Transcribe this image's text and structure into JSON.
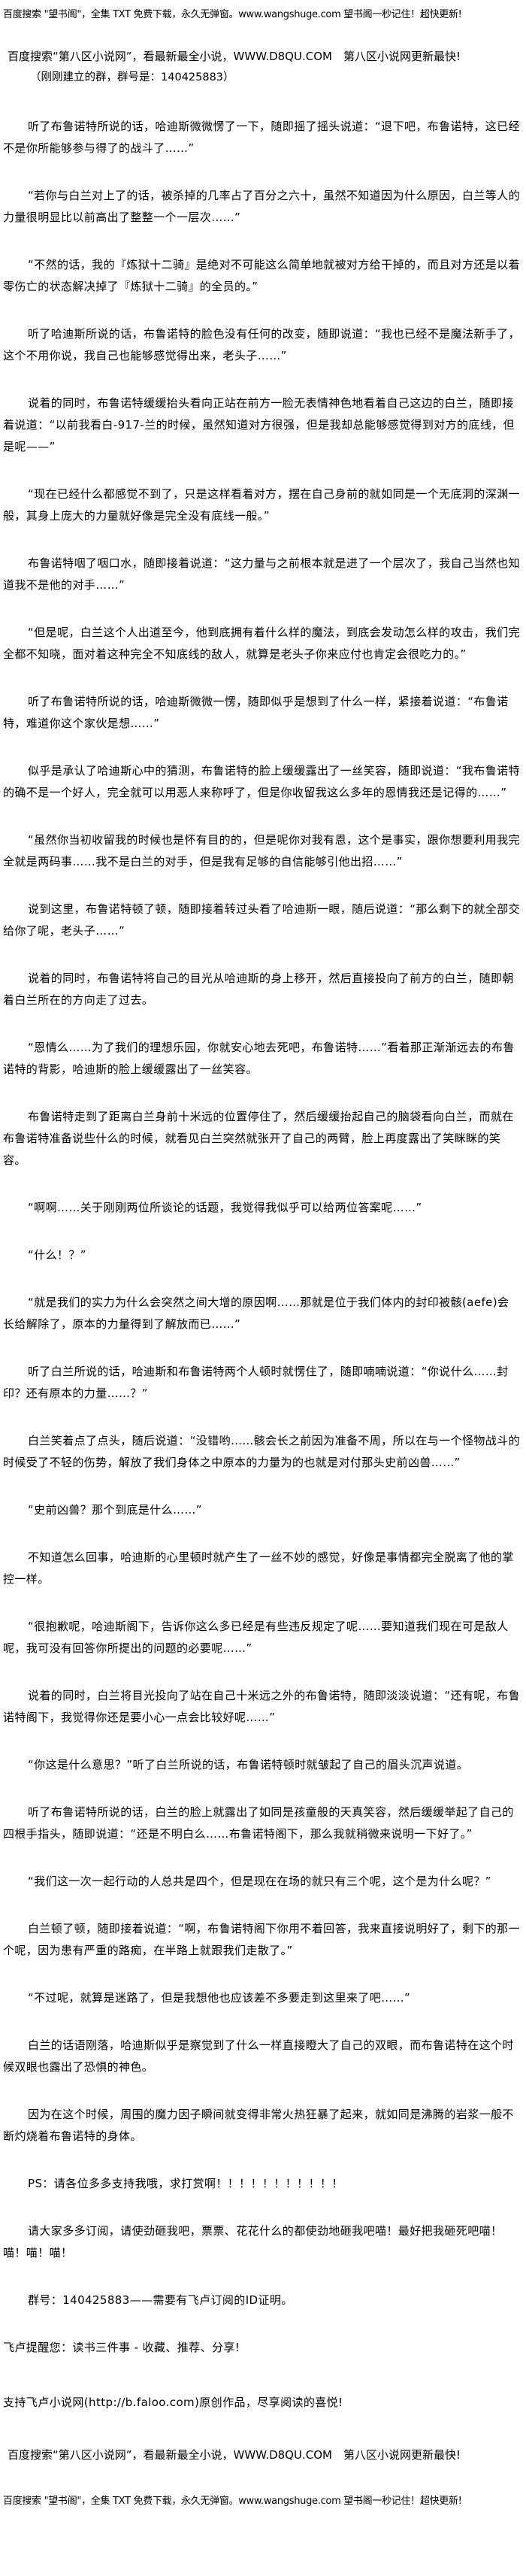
{
  "header": {
    "wangshuge_ad": "百度搜索 \"望书阁\"，全集 TXT 免费下载，永久无弹窗。www.wangshuge.com 望书阁一秒记住！超快更新!",
    "d8qu_ad": "百度搜索“第八区小说网”，看最新最全小说，WWW.D8QU.COM　第八区小说网更新最快!",
    "group_note": "（刚刚建立的群，群号是：140425883）"
  },
  "body": {
    "paragraphs": [
      "听了布鲁诺特所说的话，哈迪斯微微愣了一下，随即摇了摇头说道：“退下吧，布鲁诺特，这已经不是你所能够参与得了的战斗了……”",
      "“若你与白兰对上了的话，被杀掉的几率占了百分之六十，虽然不知道因为什么原因，白兰等人的力量很明显比以前高出了整整一个一层次……”",
      "“不然的话，我的『炼狱十二骑』是绝对不可能这么简单地就被对方给干掉的，而且对方还是以着零伤亡的状态解决掉了『炼狱十二骑』的全员的。”",
      "听了哈迪斯所说的话，布鲁诺特的脸色没有任何的改变，随即说道：“我也已经不是魔法新手了，这个不用你说，我自己也能够感觉得出来，老头子……”",
      "说着的同时，布鲁诺特缓缓抬头看向正站在前方一脸无表情神色地看着自己这边的白兰，随即接着说道：“以前我看白-917-兰的时候，虽然知道对方很强，但是我却总能够感觉得到对方的底线，但是呢——”",
      "“现在已经什么都感觉不到了，只是这样看着对方，摆在自己身前的就如同是一个无底洞的深渊一般，其身上庞大的力量就好像是完全没有底线一般。”",
      "布鲁诺特咽了咽口水，随即接着说道：“这力量与之前根本就是进了一个层次了，我自己当然也知道我不是他的对手……”",
      "“但是呢，白兰这个人出道至今，他到底拥有着什么样的魔法，到底会发动怎么样的攻击，我们完全都不知晓，面对着这种完全不知底线的敌人，就算是老头子你来应付也肯定会很吃力的。”",
      "听了布鲁诺特所说的话，哈迪斯微微一愣，随即似乎是想到了什么一样，紧接着说道：“布鲁诺特，难道你这个家伙是想……”",
      "似乎是承认了哈迪斯心中的猜测，布鲁诺特的脸上缓缓露出了一丝笑容，随即说道：“我布鲁诺特的确不是一个好人，完全就可以用恶人来称呼了，但是你收留我这么多年的恩情我还是记得的……”",
      "“虽然你当初收留我的时候也是怀有目的的，但是呢你对我有恩，这个是事实，跟你想要利用我完全就是两码事……我不是白兰的对手，但是我有足够的自信能够引他出招……”",
      "说到这里，布鲁诺特顿了顿，随即接着转过头看了哈迪斯一眼，随后说道：“那么剩下的就全部交给你了呢，老头子……”",
      "说着的同时，布鲁诺特将自己的目光从哈迪斯的身上移开，然后直接投向了前方的白兰，随即朝着白兰所在的方向走了过去。",
      "“恩情么……为了我们的理想乐园，你就安心地去死吧，布鲁诺特……”看着那正渐渐远去的布鲁诺特的背影，哈迪斯的脸上缓缓露出了一丝笑容。",
      "布鲁诺特走到了距离白兰身前十米远的位置停住了，然后缓缓抬起自己的脑袋看向白兰，而就在布鲁诺特准备说些什么的时候，就看见白兰突然就张开了自己的两臂，脸上再度露出了笑眯眯的笑容。",
      "“啊啊……关于刚刚两位所谈论的话题，我觉得我似乎可以给两位答案呢……”",
      "“什么！？”",
      "“就是我们的实力为什么会突然之间大增的原因啊……那就是位于我们体内的封印被骸(aefe)会长给解除了，原本的力量得到了解放而已……”",
      "听了白兰所说的话，哈迪斯和布鲁诺特两个人顿时就愣住了，随即喃喃说道：“你说什么……封印？还有原本的力量……？”",
      "白兰笑着点了点头，随后说道：“没错哟……骸会长之前因为准备不周，所以在与一个怪物战斗的时候受了不轻的伤势，解放了我们身体之中原本的力量为的也就是对付那头史前凶兽……”",
      "“史前凶兽？那个到底是什么……”",
      "不知道怎么回事，哈迪斯的心里顿时就产生了一丝不妙的感觉，好像是事情都完全脱离了他的掌控一样。",
      "“很抱歉呢，哈迪斯阁下，告诉你这么多已经是有些违反规定了呢……要知道我们现在可是敌人呢，我可没有回答你所提出的问题的必要呢……”",
      "说着的同时，白兰将目光投向了站在自己十米远之外的布鲁诺特，随即淡淡说道：“还有呢，布鲁诺特阁下，我觉得你还是要小心一点会比较好呢……”",
      "“你这是什么意思？”听了白兰所说的话，布鲁诺特顿时就皱起了自己的眉头沉声说道。",
      "听了布鲁诺特所说的话，白兰的脸上就露出了如同是孩童般的天真笑容，然后缓缓举起了自己的四根手指头，随即说道：“还是不明白么……布鲁诺特阁下，那么我就稍微来说明一下好了。”",
      "“我们这一次一起行动的人总共是四个，但是现在在场的就只有三个呢，这个是为什么呢？”",
      "白兰顿了顿，随即接着说道：“啊，布鲁诺特阁下你用不着回答，我来直接说明好了，剩下的那一个呢，因为患有严重的路痴，在半路上就跟我们走散了。”",
      "“不过呢，就算是迷路了，但是我想他也应该差不多要走到这里来了吧……”",
      "白兰的话语刚落，哈迪斯似乎是察觉到了什么一样直接瞪大了自己的双眼，而布鲁诺特在这个时候双眼也露出了恐惧的神色。",
      "因为在这个时候，周围的魔力因子瞬间就变得非常火热狂暴了起来，就如同是沸腾的岩浆一般不断灼烧着布鲁诺特的身体。",
      "PS：请各位多多支持我哦，求打赏啊！！！！！！！！！！！",
      "请大家多多订阅，请使劲砸我吧，票票、花花什么的都使劲地砸我吧喵！最好把我砸死吧喵！喵！喵！喵！",
      "群号：140425883——需要有飞卢订阅的ID证明。"
    ],
    "faloo_reminder": "飞卢提醒您：读书三件事 - 收藏、推荐、分享!",
    "faloo_support": "支持飞卢小说网(http://b.faloo.com)原创作品，尽享阅读的喜悦!"
  },
  "footer": {
    "d8qu_ad": "百度搜索“第八区小说网”，看最新最全小说，WWW.D8QU.COM　第八区小说网更新最快!",
    "wangshuge_ad": "百度搜索 \"望书阁\"，全集 TXT 免费下载，永久无弹窗。www.wangshuge.com 望书阁一秒记住！超快更新!"
  }
}
